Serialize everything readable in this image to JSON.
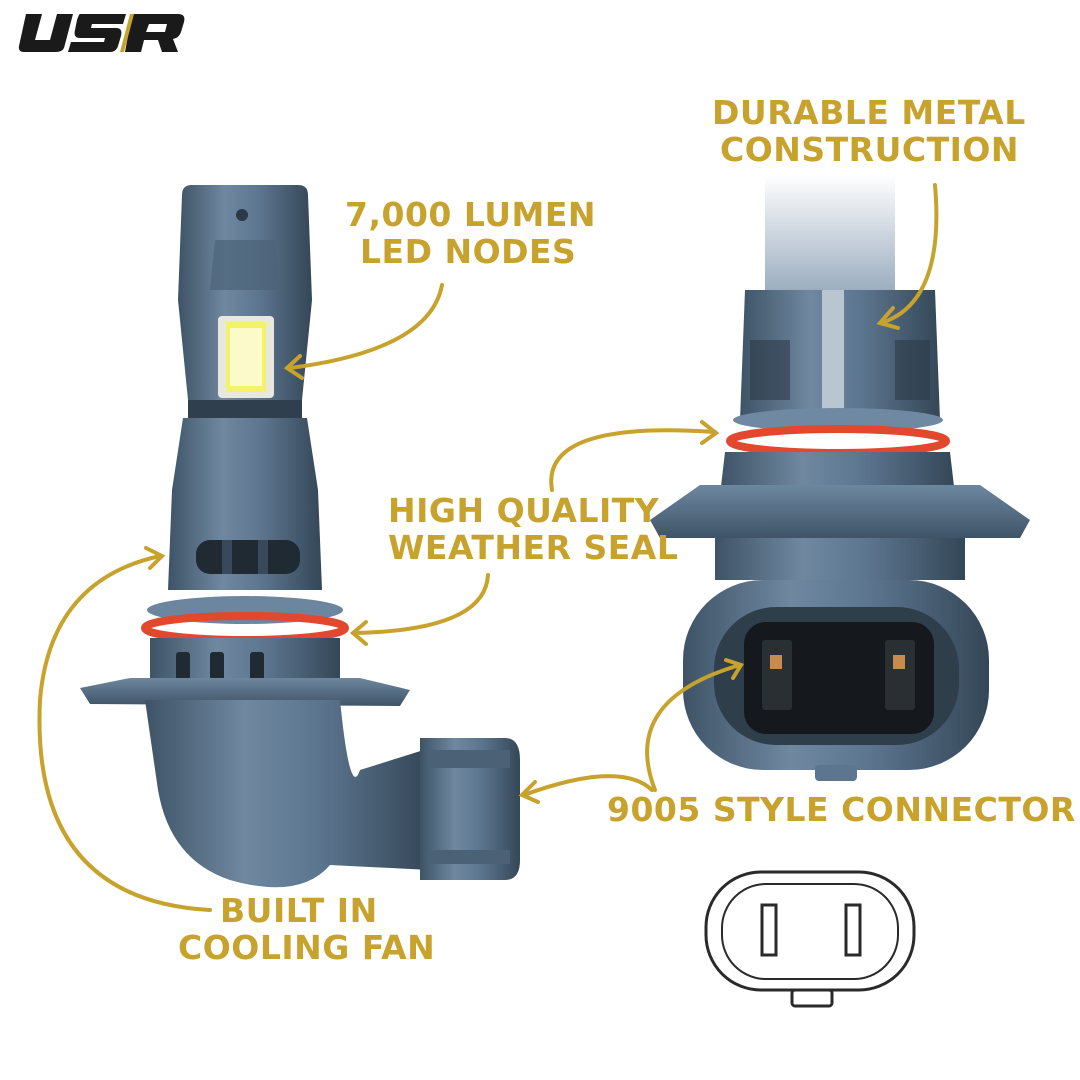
{
  "brand": {
    "logo_text": "USR",
    "accent_color": "#C7A22C",
    "bulb_color": "#5B7289",
    "seal_color": "#E1482E"
  },
  "callouts": {
    "lumen": [
      "7,000 LUMEN",
      "LED NODES"
    ],
    "metal": [
      "DURABLE METAL",
      "CONSTRUCTION"
    ],
    "seal": [
      "HIGH QUALITY",
      "WEATHER SEAL"
    ],
    "connector": [
      "9005 STYLE CONNECTOR"
    ],
    "fan": [
      "BUILT IN",
      "COOLING FAN"
    ]
  },
  "icons": {
    "connector_diagram": "connector-outline-icon"
  }
}
